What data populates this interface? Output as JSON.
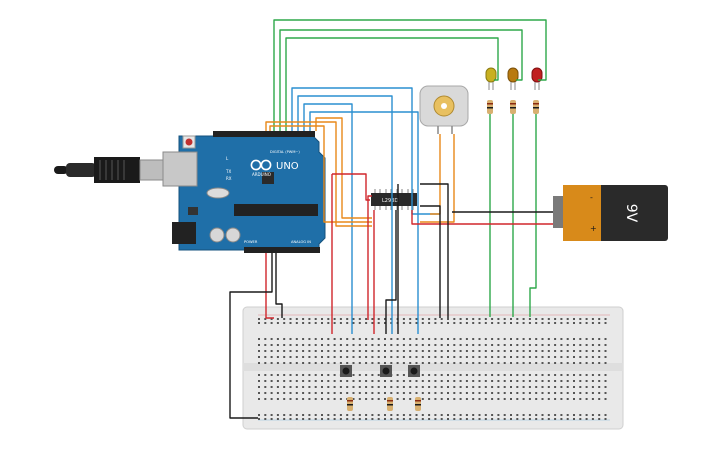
{
  "arduino": {
    "brand": "ARDUINO",
    "model": "UNO",
    "digital_label": "DIGITAL (PWM~)",
    "analog_label": "ANALOG IN",
    "power_label": "POWER",
    "tx_label": "TX",
    "rx_label": "RX",
    "led_label": "L"
  },
  "driver": {
    "label": "L293D"
  },
  "battery": {
    "voltage": "9V",
    "minus": "-",
    "plus": "+"
  },
  "colors": {
    "wire_green": "#2ea84a",
    "wire_orange": "#e8891a",
    "wire_blue": "#2a8fd0",
    "wire_red": "#d0262c",
    "wire_black": "#1a1a1a",
    "board": "#1f6fa8"
  },
  "icons": {
    "usb": "usb-cable-icon",
    "motor": "dc-motor-icon",
    "battery": "battery-9v-icon",
    "led": "led-icon",
    "button": "pushbutton-icon",
    "resistor": "resistor-icon"
  }
}
